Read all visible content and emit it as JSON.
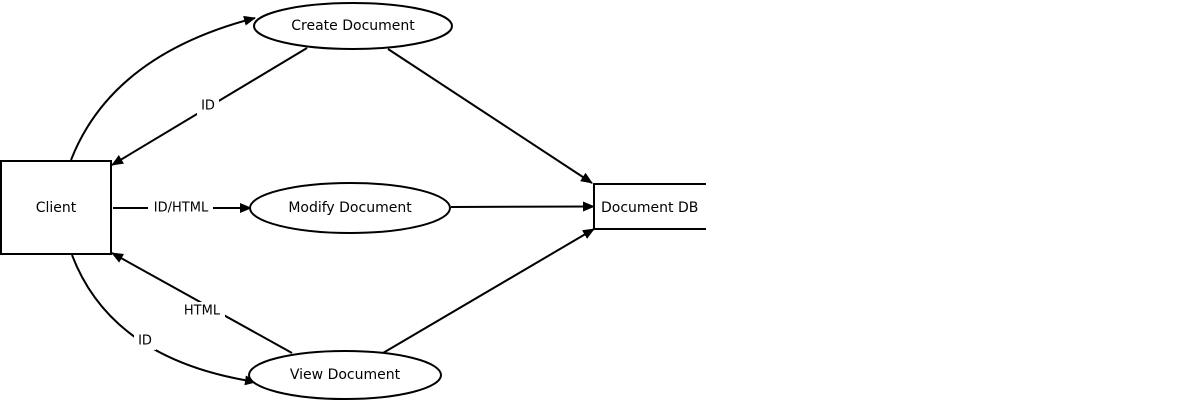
{
  "nodes": {
    "client": "Client",
    "create_document": "Create Document",
    "modify_document": "Modify Document",
    "view_document": "View Document",
    "document_db": "Document DB"
  },
  "edge_labels": {
    "create_to_client": "ID",
    "client_to_modify": "ID/HTML",
    "view_to_client": "HTML",
    "client_to_view": "ID"
  }
}
